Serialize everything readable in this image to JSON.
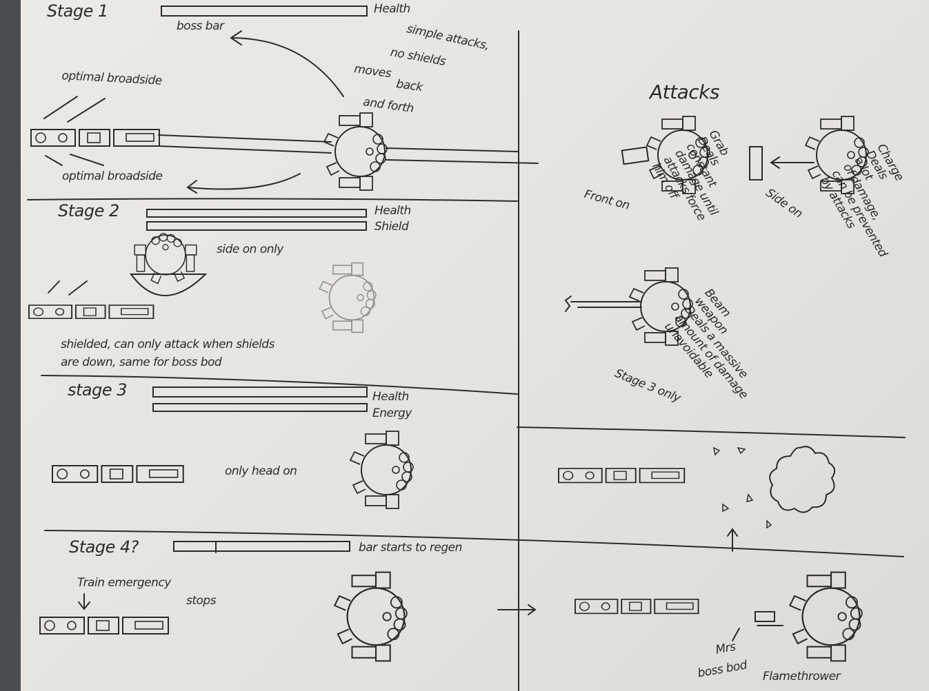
{
  "stage1": {
    "title": "Stage 1",
    "bar_label": "Health",
    "boss_bar_label": "boss bar",
    "notes_line1": "simple attacks,",
    "notes_line2": "no shields",
    "movement_line1": "moves",
    "movement_line2": "back",
    "movement_line3": "and forth",
    "broadside_top": "optimal broadside",
    "broadside_bottom": "optimal broadside"
  },
  "stage2": {
    "title": "Stage 2",
    "bar1_label": "Health",
    "bar2_label": "Shield",
    "side_note": "side on only",
    "note_line1": "shielded, can only attack when shields",
    "note_line2": "are down, same for boss bod"
  },
  "stage3": {
    "title": "stage 3",
    "bar1_label": "Health",
    "bar2_label": "Energy",
    "note": "only head on"
  },
  "stage4": {
    "title": "Stage 4?",
    "bar_note": "bar starts to regen",
    "train_note_line1": "Train emergency",
    "train_note_line2": "stops",
    "mrs_label_line1": "Mrs",
    "mrs_label_line2": "boss bod",
    "flamethrower_label": "Flamethrower"
  },
  "attacks": {
    "title": "Attacks",
    "grab": {
      "name": "Grab",
      "desc_line1": "Deals",
      "desc_line2": "constant",
      "desc_line3": "damage until",
      "desc_line4": "attacks force",
      "desc_line5": "him off",
      "orientation": "Front on"
    },
    "charge": {
      "name": "Charge",
      "desc_line1": "Deals",
      "desc_line2": "a lot",
      "desc_line3": "of damage,",
      "desc_line4": "can be prevented",
      "desc_line5": "by attacks",
      "orientation": "Side on"
    },
    "beam": {
      "name": "Beam",
      "name_line2": "weapon",
      "desc_line1": "Deals a massive",
      "desc_line2": "amount of damage",
      "desc_line3": "unavoidable",
      "orientation": "Stage 3 only"
    }
  },
  "colors": {
    "pencil": "#2b2b2b",
    "paper": "#e8e6e2",
    "background": "#4a4d50"
  }
}
